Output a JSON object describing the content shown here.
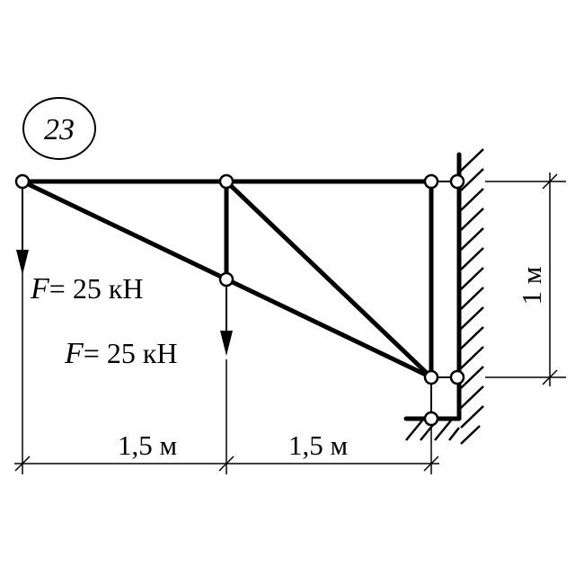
{
  "problem_number": "23",
  "forces": [
    {
      "symbol": "F",
      "rest": "= 25 кН"
    },
    {
      "symbol": "F",
      "rest": "= 25 кН"
    }
  ],
  "dimensions": {
    "span_left": "1,5 м",
    "span_right": "1,5 м",
    "height": "1 м"
  }
}
